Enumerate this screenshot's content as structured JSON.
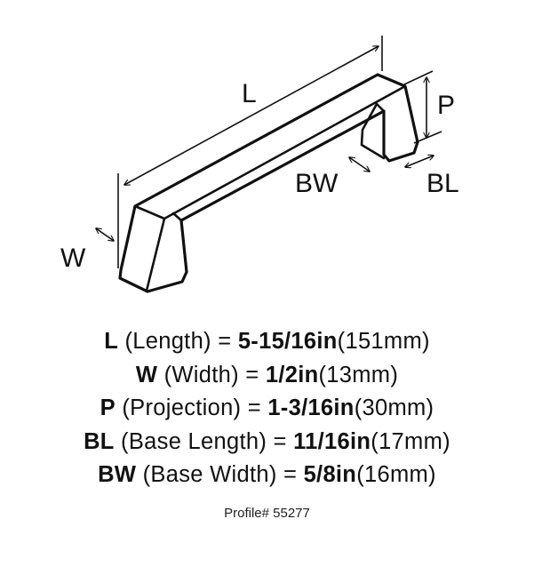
{
  "diagram": {
    "labels": {
      "length": "L",
      "projection": "P",
      "base_width": "BW",
      "base_length": "BL",
      "width": "W"
    }
  },
  "specs": [
    {
      "key": "L",
      "desc": " (Length) = ",
      "imperial": "5-15/16in",
      "metric": "(151mm)"
    },
    {
      "key": "W",
      "desc": " (Width) = ",
      "imperial": "1/2in",
      "metric": "(13mm)"
    },
    {
      "key": "P",
      "desc": " (Projection) = ",
      "imperial": "1-3/16in",
      "metric": "(30mm)"
    },
    {
      "key": "BL",
      "desc": " (Base Length) = ",
      "imperial": "11/16in",
      "metric": "(17mm)"
    },
    {
      "key": "BW",
      "desc": " (Base Width) = ",
      "imperial": "5/8in",
      "metric": "(16mm)"
    }
  ],
  "profile": "Profile# 55277"
}
